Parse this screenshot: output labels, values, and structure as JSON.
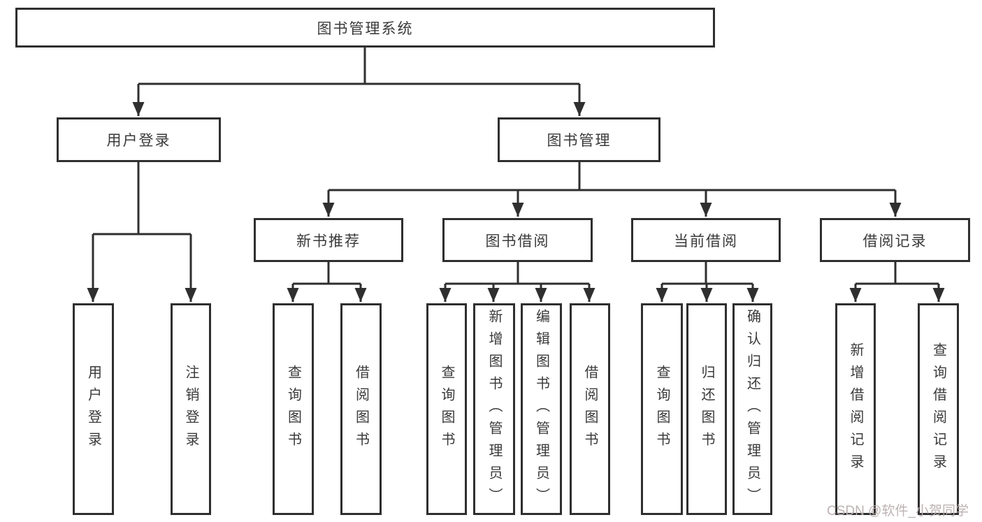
{
  "diagram": {
    "root": "图书管理系统",
    "branches": [
      {
        "label": "用户登录",
        "children": [
          {
            "label": "用户登录"
          },
          {
            "label": "注销登录"
          }
        ]
      },
      {
        "label": "图书管理",
        "children": [
          {
            "label": "新书推荐",
            "children": [
              {
                "label": "查询图书"
              },
              {
                "label": "借阅图书"
              }
            ]
          },
          {
            "label": "图书借阅",
            "children": [
              {
                "label": "查询图书"
              },
              {
                "label": "新增图书（管理员）"
              },
              {
                "label": "编辑图书（管理员）"
              },
              {
                "label": "借阅图书"
              }
            ]
          },
          {
            "label": "当前借阅",
            "children": [
              {
                "label": "查询图书"
              },
              {
                "label": "归还图书"
              },
              {
                "label": "确认归还（管理员）"
              }
            ]
          },
          {
            "label": "借阅记录",
            "children": [
              {
                "label": "新增借阅记录"
              },
              {
                "label": "查询借阅记录"
              }
            ]
          }
        ]
      }
    ]
  },
  "watermark": "CSDN @软件_小贺同学",
  "colors": {
    "line": "#2f2f2f",
    "text": "#3a3a3a",
    "background": "#ffffff",
    "watermark": "#baaeae"
  }
}
